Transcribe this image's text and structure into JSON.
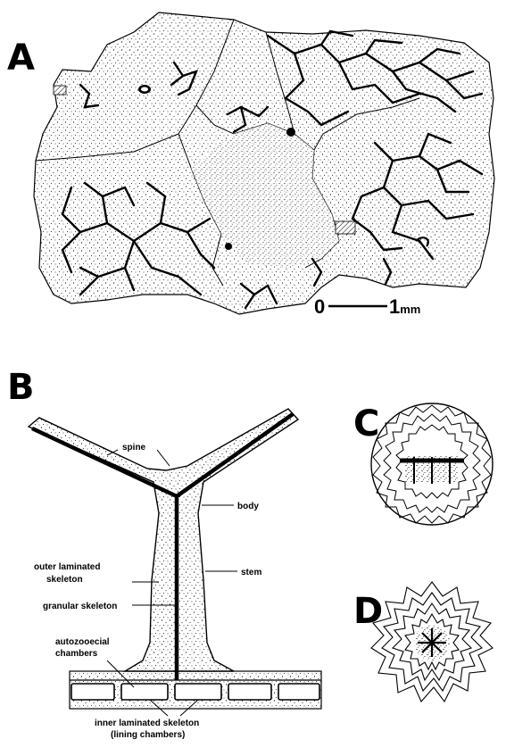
{
  "panels": {
    "a": "A",
    "b": "B",
    "c": "C",
    "d": "D"
  },
  "scale_bar": {
    "start": "0",
    "end": "1",
    "unit": "mm"
  },
  "diagram_labels": {
    "spine": "spine",
    "body": "body",
    "outer_laminated_1": "outer laminated",
    "outer_laminated_2": "skeleton",
    "stem": "stem",
    "granular_skeleton": "granular skeleton",
    "autozooecial_1": "autozooecial",
    "autozooecial_2": "chambers",
    "inner_laminated_1": "inner laminated skeleton",
    "inner_laminated_2": "(lining chambers)"
  }
}
